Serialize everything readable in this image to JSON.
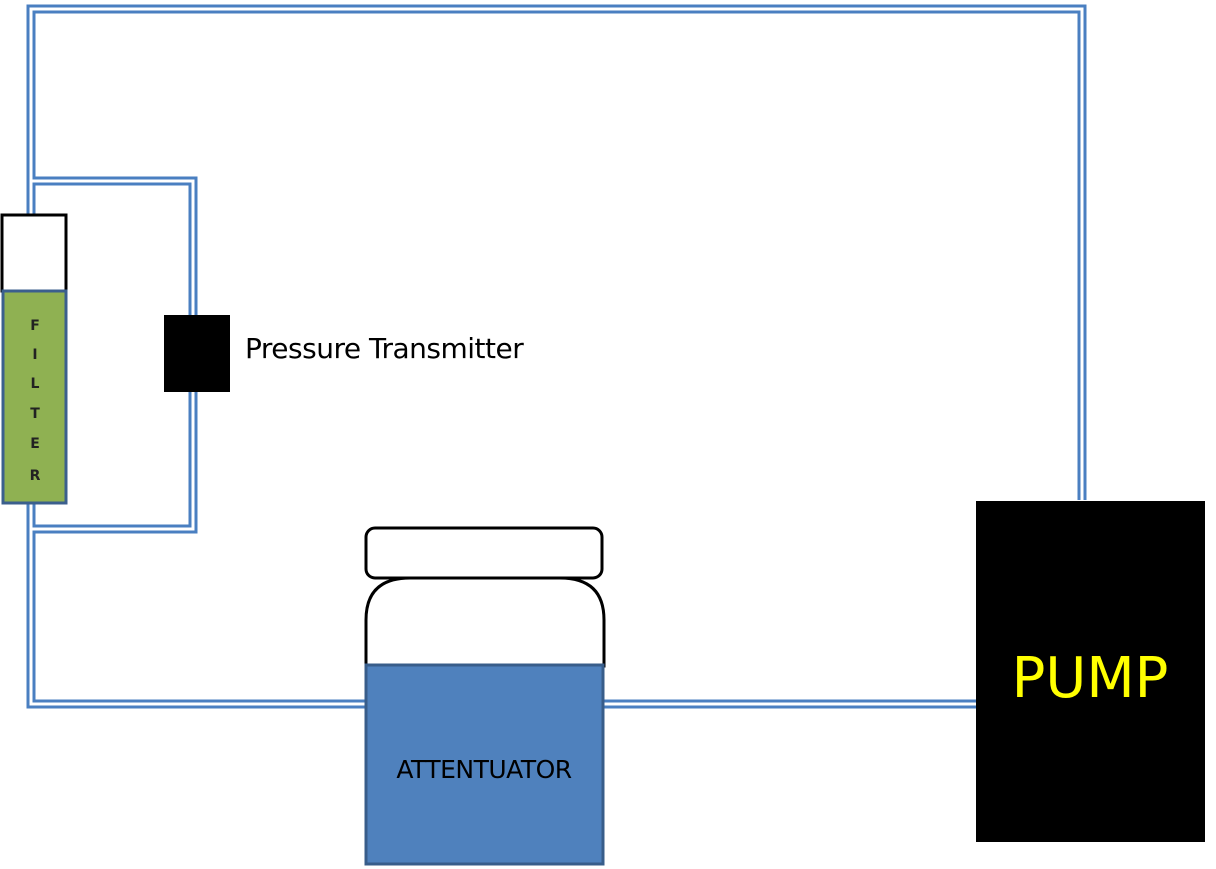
{
  "components": {
    "pressure_transmitter": {
      "label": "Pressure Transmitter"
    },
    "filter": {
      "letters": [
        "F",
        "I",
        "L",
        "T",
        "E",
        "R"
      ]
    },
    "attenuator": {
      "label": "ATTENTUATOR"
    },
    "pump": {
      "label": "PUMP"
    }
  },
  "colors": {
    "pipe": "#4a7fc1",
    "pipe_core": "#ffffff",
    "filter_fill": "#8fb152",
    "filter_stroke": "#3b5f8d",
    "attenuator_fill": "#4f81bd",
    "attenuator_stroke": "#385d8a",
    "pump_fill": "#000000",
    "pump_text": "#ffff00",
    "transmitter_fill": "#000000"
  }
}
